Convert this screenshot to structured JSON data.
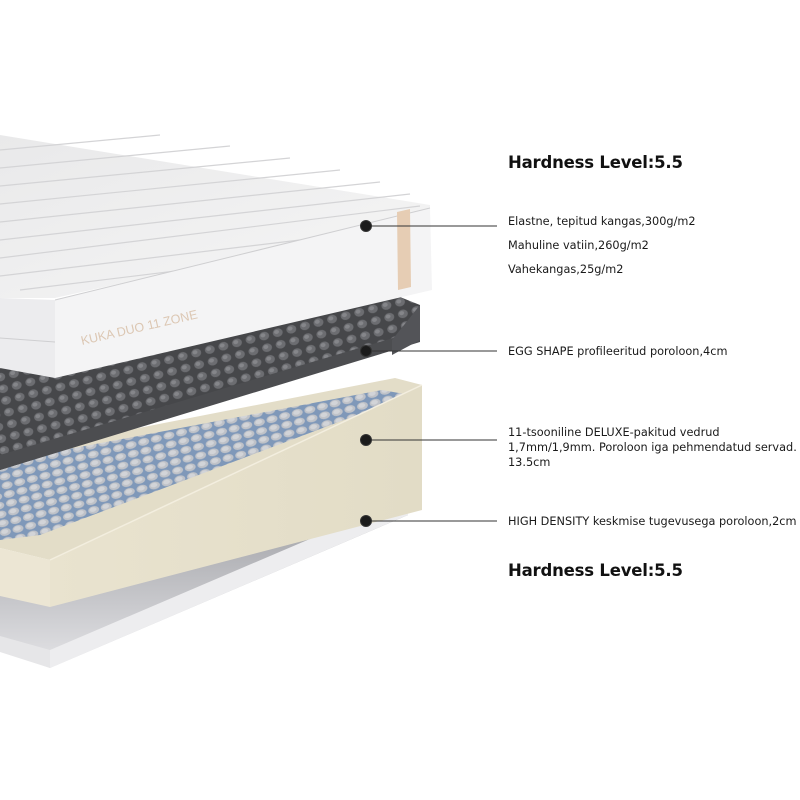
{
  "headings": {
    "top": "Hardness Level:5.5",
    "bottom": "Hardness Level:5.5"
  },
  "product": {
    "brand_label": "KUKA DUO 11 ZONE"
  },
  "layers": [
    {
      "name": "cover",
      "lines": [
        "Elastne, tepitud kangas,300g/m2",
        "Mahuline vatiin,260g/m2",
        "Vahekangas,25g/m2"
      ]
    },
    {
      "name": "egg-foam",
      "lines": [
        "EGG SHAPE profileeritud poroloon,4cm"
      ]
    },
    {
      "name": "pocket-springs",
      "lines": [
        "11-tsooniline DELUXE-pakitud vedrud",
        "1,7mm/1,9mm. Poroloon iga pehmendatud servad.",
        "13.5cm"
      ]
    },
    {
      "name": "base-foam",
      "lines": [
        "HIGH DENSITY keskmise tugevusega poroloon,2cm"
      ]
    }
  ],
  "colors": {
    "cover": "#f3f3f3",
    "cover_label": "#d9c2ad",
    "tag": "#e6cdb4",
    "egg_foam": "#4a4b4e",
    "frame": "#e6e0cc",
    "springs": "#b9bcc2",
    "spring_base": "#7e97b8",
    "base_foam": "#e9e9eb",
    "marker": "#1b1b1b"
  }
}
